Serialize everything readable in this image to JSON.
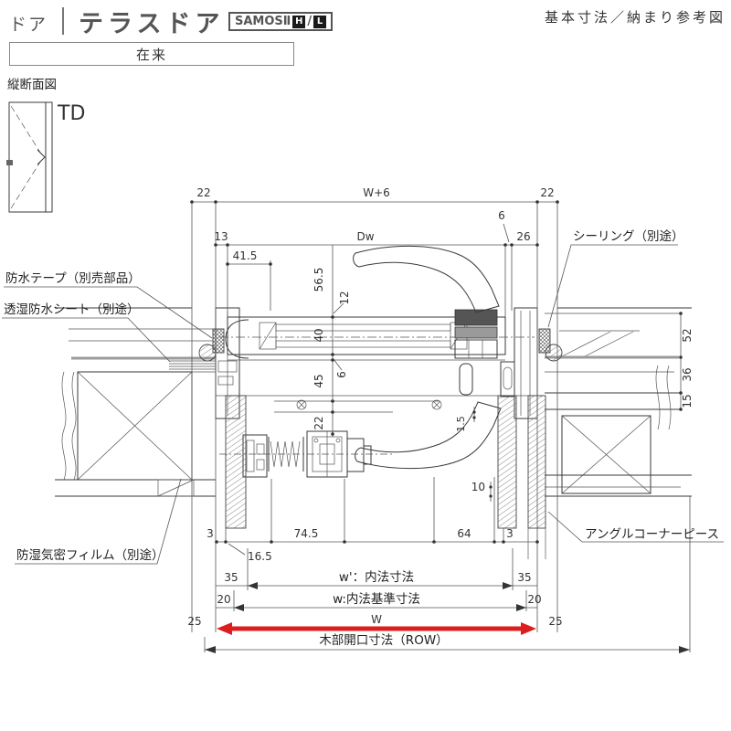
{
  "header": {
    "category": "ドア",
    "title": "テラスドア",
    "badge_series": "SAMOSⅡ",
    "badge_h": "H",
    "badge_sep": "/",
    "badge_l": "L",
    "top_right_note": "基本寸法／納まり参考図",
    "construction": "在来"
  },
  "view": {
    "section_label": "縦断面図",
    "door_code": "TD"
  },
  "callouts": {
    "waterproof_tape": "防水テープ（別売部品）",
    "moisture_sheet": "透湿防水シート（別途）",
    "sealing": "シーリング（別途）",
    "angle_corner": "アングルコーナーピース",
    "moisture_film": "防湿気密フィルム（別途）"
  },
  "dims": {
    "top_22l": "22",
    "top_w6": "W+6",
    "top_22r": "22",
    "r2_13": "13",
    "r2_dw": "Dw",
    "r2_6": "6",
    "r2_26": "26",
    "v41_5": "41.5",
    "v56_5": "56.5",
    "v12": "12",
    "v40": "40",
    "v6": "6",
    "v45": "45",
    "v22": "22",
    "v1_5": "1.5",
    "v10": "10",
    "s52": "52",
    "s36": "36",
    "s15": "15",
    "b3l": "3",
    "b74_5": "74.5",
    "b64": "64",
    "b3r": "3",
    "b16_5": "16.5",
    "in35l": "35",
    "inner_label": "w'：内法寸法",
    "in35r": "35",
    "b20l": "20",
    "base_label": "w:内法基準寸法",
    "b20r": "20",
    "w25l": "25",
    "w_label": "W",
    "w25r": "25",
    "row_label": "木部開口寸法（ROW）"
  }
}
